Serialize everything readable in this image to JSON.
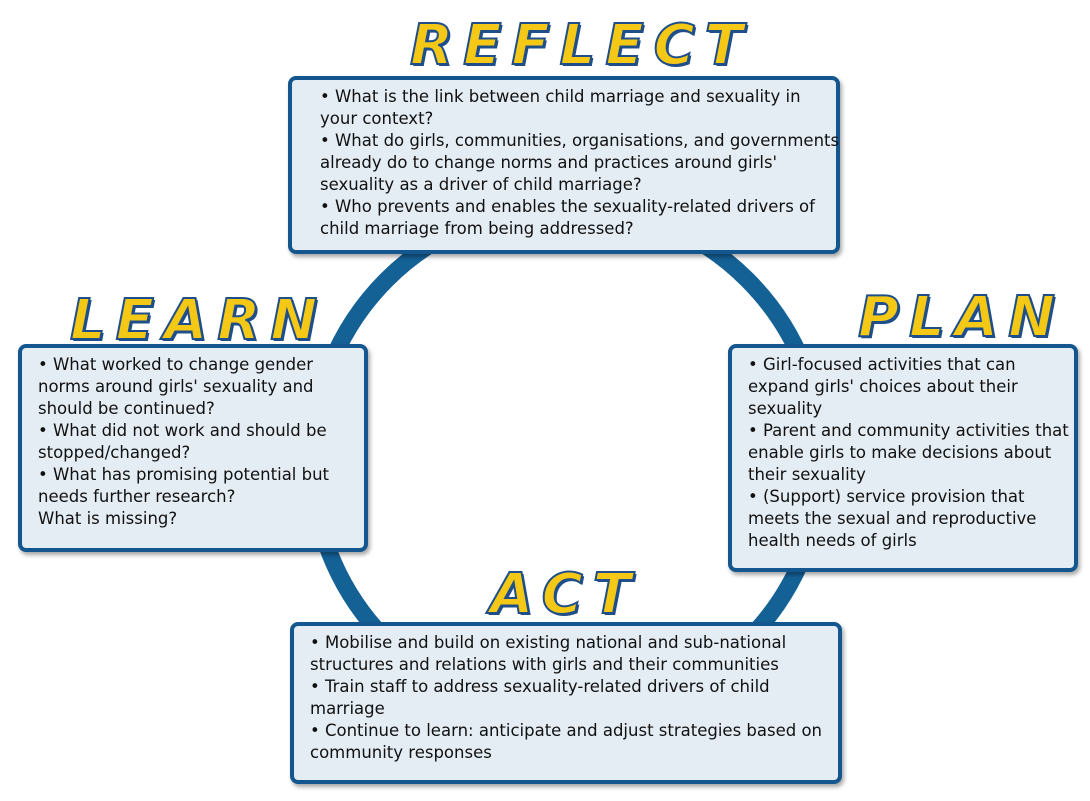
{
  "colors": {
    "ring": "#146196",
    "box_fill": "#e4ecf4",
    "box_border": "#14578f",
    "title_fill": "#f5c816",
    "title_outline": "#1f4f8a"
  },
  "stages": {
    "reflect": {
      "title": "REFLECT",
      "lines": [
        "• What is the link between child marriage and sexuality in",
        "your context?",
        "• What do girls, communities, organisations, and governments",
        "already do to change norms and practices around girls'",
        "sexuality as a driver of child marriage?",
        "• Who prevents and enables the sexuality-related drivers of",
        "child marriage from being addressed?"
      ]
    },
    "plan": {
      "title": "PLAN",
      "lines": [
        "• Girl-focused activities that can",
        "expand girls' choices about their",
        "sexuality",
        "• Parent and community activities that",
        "enable girls to make decisions about",
        "their sexuality",
        "• (Support) service provision that",
        "meets the sexual and reproductive",
        "health needs of girls"
      ]
    },
    "act": {
      "title": "ACT",
      "lines": [
        "• Mobilise and build on existing national and sub-national",
        "structures and relations with girls and their communities",
        "• Train staff to address sexuality-related drivers of child",
        "marriage",
        "• Continue to learn: anticipate and adjust strategies based on",
        "community responses"
      ]
    },
    "learn": {
      "title": "LEARN",
      "lines": [
        "• What worked to change gender",
        "norms around girls' sexuality and",
        "should be continued?",
        "• What did not work and should be",
        "stopped/changed?",
        "• What has promising potential but",
        "needs further research?",
        "What is missing?"
      ]
    }
  }
}
